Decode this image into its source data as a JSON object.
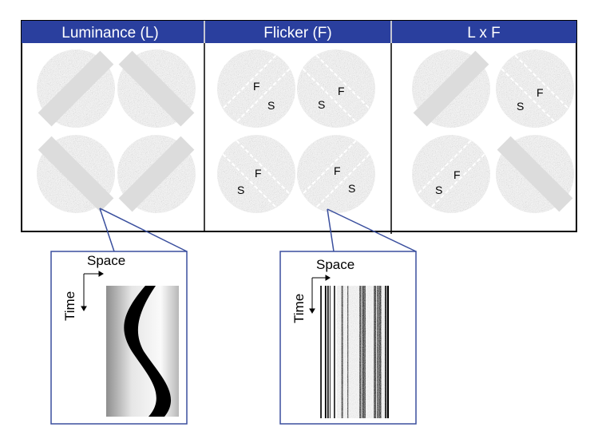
{
  "panels": [
    {
      "title": "Luminance (L)"
    },
    {
      "title": "Flicker (F)"
    },
    {
      "title": "L x F"
    }
  ],
  "stimulus_labels": {
    "fast": "F",
    "slow": "S"
  },
  "insets": [
    {
      "space_label": "Space",
      "time_label": "Time"
    },
    {
      "space_label": "Space",
      "time_label": "Time"
    }
  ],
  "colors": {
    "header": "#2A3F9E",
    "frame": "#000000",
    "inset_border": "#3A4F9E",
    "callout_line": "#3A4F9E",
    "disc": "#A9A9A9"
  }
}
